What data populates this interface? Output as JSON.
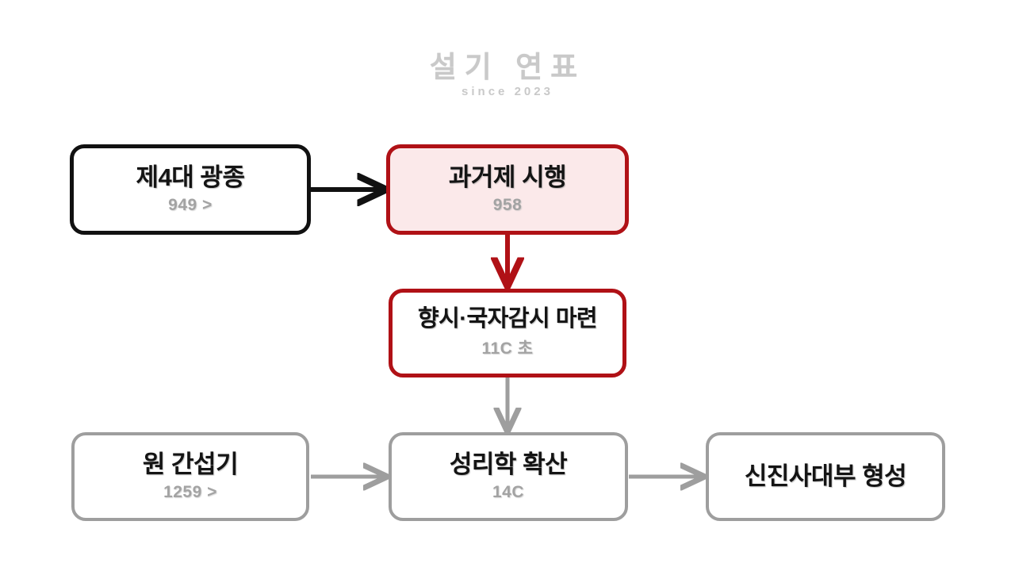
{
  "watermark": {
    "title": "설기 연표",
    "subtitle": "since 2023"
  },
  "colors": {
    "background": "#ffffff",
    "highlight_border": "#b01116",
    "highlight_fill": "#fbe9ea",
    "primary_border": "#111111",
    "muted_border": "#9e9e9e",
    "title_text": "#141414",
    "subtitle_text": "#a3a3a3",
    "watermark_text": "#c9c9c9"
  },
  "diagram": {
    "type": "flowchart",
    "nodes": [
      {
        "id": "gwangjong",
        "title": "제4대 광종",
        "subtitle": "949 >",
        "style": "black",
        "row": 1,
        "column": 1
      },
      {
        "id": "gwageoje",
        "title": "과거제 시행",
        "subtitle": "958",
        "style": "red-fill",
        "row": 1,
        "column": 2
      },
      {
        "id": "hyangsi",
        "title": "향시·국자감시 마련",
        "subtitle": "11C 초",
        "style": "red",
        "row": 2,
        "column": 2
      },
      {
        "id": "won",
        "title": "원 간섭기",
        "subtitle": "1259 >",
        "style": "gray",
        "row": 3,
        "column": 1
      },
      {
        "id": "seongnihak",
        "title": "성리학 확산",
        "subtitle": "14C",
        "style": "gray",
        "row": 3,
        "column": 2
      },
      {
        "id": "sinjin",
        "title": "신진사대부 형성",
        "subtitle": "",
        "style": "gray",
        "row": 3,
        "column": 3
      }
    ],
    "edges": [
      {
        "from": "gwangjong",
        "to": "gwageoje",
        "direction": "right",
        "color": "#111111"
      },
      {
        "from": "gwageoje",
        "to": "hyangsi",
        "direction": "down",
        "color": "#b01116"
      },
      {
        "from": "hyangsi",
        "to": "seongnihak",
        "direction": "down",
        "color": "#9e9e9e"
      },
      {
        "from": "won",
        "to": "seongnihak",
        "direction": "right",
        "color": "#9e9e9e"
      },
      {
        "from": "seongnihak",
        "to": "sinjin",
        "direction": "right",
        "color": "#9e9e9e"
      }
    ]
  }
}
